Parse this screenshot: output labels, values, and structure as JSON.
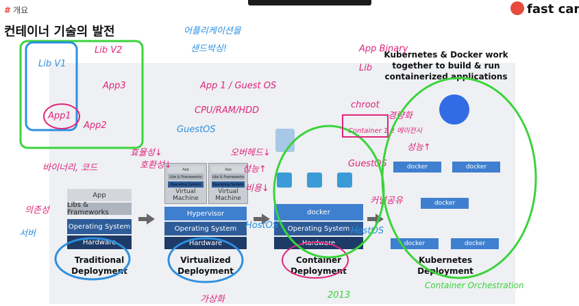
{
  "header": {
    "section": "개요",
    "title": "컨테이너 기술의 발전",
    "brand": "fast campu"
  },
  "traditional": {
    "app": "App",
    "libs": "Libs & Frameworks",
    "os": "Operating System",
    "hardware": "Hardware",
    "caption": "Traditional\nDeployment"
  },
  "virtualized": {
    "vm_app": "App",
    "vm_libs": "Libs & Frameworks",
    "vm_os": "Operating System",
    "vm_label": "Virtual Machine",
    "hypervisor": "Hypervisor",
    "os": "Operating System",
    "hardware": "Hardware",
    "caption": "Virtualized\nDeployment"
  },
  "container": {
    "docker": "docker",
    "os": "Operating System",
    "hardware": "Hardware",
    "caption": "Container\nDeployment"
  },
  "kubernetes": {
    "title": "Kubernetes & Docker work together to build & run containerized applications",
    "node_label": "docker",
    "caption": "Kubernetes\nDeployment"
  },
  "annotations": {
    "a1": "어플리케이션을",
    "a2": "샌드박싱!",
    "a3": "App 1 / Guest OS",
    "a4": "CPU/RAM/HDD",
    "a5": "GuestOS",
    "a6": "호환성↓",
    "a7": "효율성↓",
    "a8": "바이너리, 코드",
    "a9": "의존성",
    "a10": "서버",
    "a11": "오버헤드↓",
    "a12": "성능↑",
    "a13": "비용↓",
    "a14": "App Binary",
    "a15": "Lib",
    "a16": "chroot",
    "a17": "경량화",
    "a18": "성능↑",
    "a19": "커널공유",
    "a20": "HostOS",
    "a21": "HostOS",
    "a22": "GuestOS",
    "a23": "가상화",
    "a24": "2013",
    "a25": "Container Orchestration",
    "a26": "App1",
    "a27": "App2",
    "a28": "App3",
    "a29": "Lib V1",
    "a30": "Lib V2",
    "a31": "Container 1 2 에이전시"
  }
}
